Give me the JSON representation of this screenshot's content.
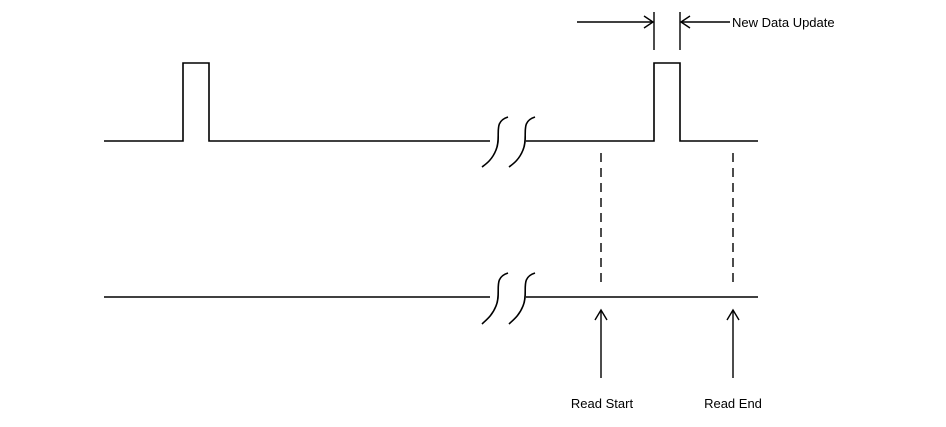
{
  "labels": {
    "new_data_update": "New Data Update",
    "read_start": "Read Start",
    "read_end": "Read End"
  },
  "colors": {
    "line": "#000000",
    "background": "#ffffff"
  }
}
